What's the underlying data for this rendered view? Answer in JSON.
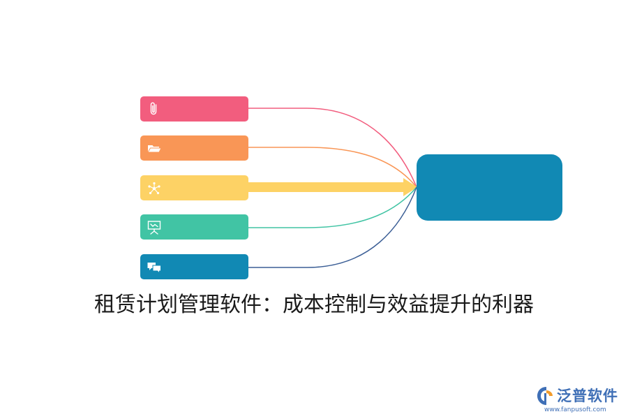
{
  "title": "租赁计划管理软件：成本控制与效益提升的利器",
  "colors": {
    "item_1": "#f25d7e",
    "item_2": "#f99656",
    "item_3": "#fdd265",
    "item_4": "#41c4a4",
    "item_5": "#1189b4",
    "hub": "#1189b4",
    "link_5": "#3c5f96"
  },
  "items": [
    {
      "icon": "paperclip-icon"
    },
    {
      "icon": "folder-open-icon"
    },
    {
      "icon": "network-icon"
    },
    {
      "icon": "presentation-board-icon"
    },
    {
      "icon": "chat-bubbles-icon"
    }
  ],
  "watermark": {
    "name": "泛普软件",
    "url": "www.fanpusoft.com"
  }
}
